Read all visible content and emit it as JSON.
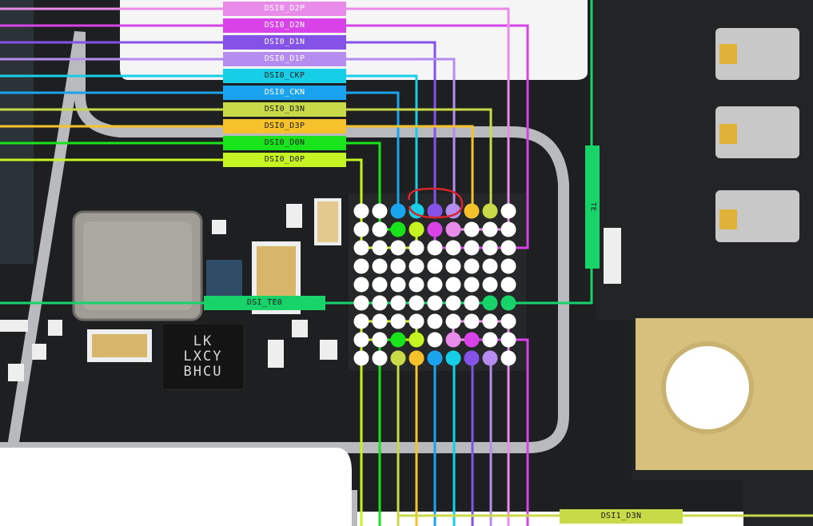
{
  "colors": {
    "board": "#1e1f21",
    "pad": "#ffffff",
    "D2P": "#e98ce9",
    "D2N": "#d743e6",
    "D1N": "#8452e6",
    "D1P": "#b58df0",
    "CKP": "#16cfe6",
    "CKN": "#1aa3ee",
    "D3N": "#c9da48",
    "D3P": "#f6c22b",
    "D0N": "#19e31a",
    "D0P": "#c6f322",
    "TE": "#17d36a",
    "ink_circle": "#d7252c",
    "gold": "#d7c07c"
  },
  "labels": {
    "dsi0_d2p": "DSI0_D2P",
    "dsi0_d2n": "DSI0_D2N",
    "dsi0_d1n": "DSI0_D1N",
    "dsi0_d1p": "DSI0_D1P",
    "dsi0_ckp": "DSI0_CKP",
    "dsi0_ckn": "DSI0_CKN",
    "dsi0_d3n": "DSI0_D3N",
    "dsi0_d3p": "DSI0_D3P",
    "dsi0_d0n": "DSI0_D0N",
    "dsi0_d0p": "DSI0_D0P",
    "te": "TE",
    "dsi_te0": "DSI_TE0",
    "dsi1_d3n": "DSI1_D3N"
  },
  "chip_marking": [
    "LK",
    "LXCY",
    "BHCU"
  ],
  "bga": {
    "rows": 9,
    "cols": 9,
    "highlighted_pins": [
      {
        "row": 0,
        "col": 2,
        "signal": "CKN"
      },
      {
        "row": 0,
        "col": 3,
        "signal": "CKP"
      },
      {
        "row": 0,
        "col": 4,
        "signal": "D1N"
      },
      {
        "row": 0,
        "col": 5,
        "signal": "D1P"
      },
      {
        "row": 0,
        "col": 6,
        "signal": "D3P"
      },
      {
        "row": 0,
        "col": 7,
        "signal": "D3N"
      },
      {
        "row": 1,
        "col": 2,
        "signal": "D0N"
      },
      {
        "row": 1,
        "col": 3,
        "signal": "D0P"
      },
      {
        "row": 1,
        "col": 4,
        "signal": "D2N"
      },
      {
        "row": 1,
        "col": 5,
        "signal": "D2P"
      },
      {
        "row": 5,
        "col": 7,
        "signal": "TE"
      },
      {
        "row": 5,
        "col": 8,
        "signal": "TE"
      },
      {
        "row": 7,
        "col": 2,
        "signal": "D0N"
      },
      {
        "row": 7,
        "col": 3,
        "signal": "D0P"
      },
      {
        "row": 7,
        "col": 5,
        "signal": "D2P"
      },
      {
        "row": 7,
        "col": 6,
        "signal": "D2N"
      },
      {
        "row": 8,
        "col": 2,
        "signal": "D3N"
      },
      {
        "row": 8,
        "col": 3,
        "signal": "D3P"
      },
      {
        "row": 8,
        "col": 4,
        "signal": "CKN"
      },
      {
        "row": 8,
        "col": 5,
        "signal": "CKP"
      },
      {
        "row": 8,
        "col": 6,
        "signal": "D1N"
      },
      {
        "row": 8,
        "col": 7,
        "signal": "D1P"
      }
    ]
  }
}
